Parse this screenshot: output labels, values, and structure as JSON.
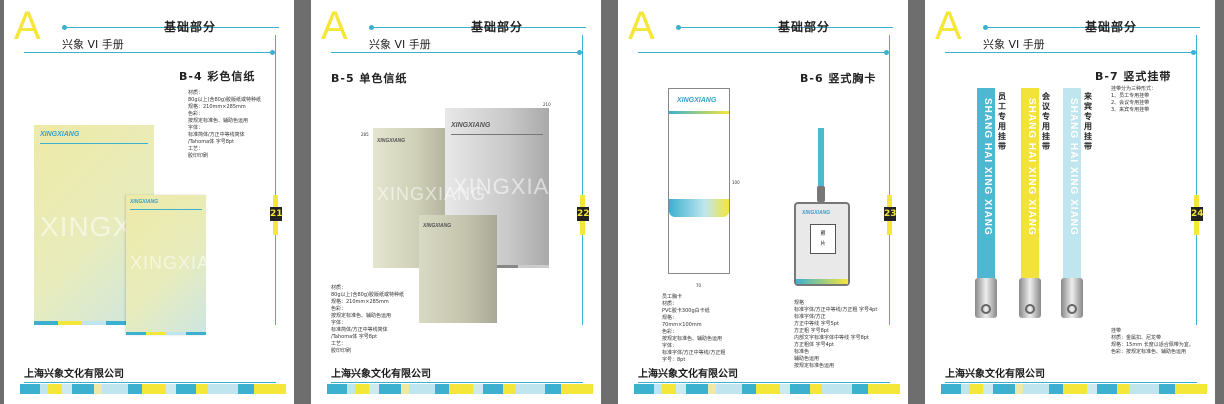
{
  "colors": {
    "accent_blue": "#3bb1cf",
    "accent_yellow": "#f5e63a",
    "background": "#6e6e6e"
  },
  "pages": [
    {
      "letter": "A",
      "section": "基础部分",
      "manual": "兴象 VI 手册",
      "item": "B-4  彩色信纸",
      "number": "21",
      "company": "上海兴象文化有限公司",
      "notes": [
        "材质：",
        "80g以上(含80g)胶版纸或特种纸",
        "规格：210mm×285mm",
        "色彩：",
        "按规定标准色、辅助色运用",
        "字体：",
        "标准简体/方正中等线简体",
        "/Tahoma体 字号8pt",
        "工艺：",
        "胶印印刷"
      ]
    },
    {
      "letter": "A",
      "section": "基础部分",
      "manual": "兴象 VI 手册",
      "item": "B-5  单色信纸",
      "number": "22",
      "company": "上海兴象文化有限公司",
      "notes": [
        "材质：",
        "80g以上(含80g)胶版纸或特种纸",
        "规格：210mm×285mm",
        "色彩：",
        "按规定标准色、辅助色运用",
        "字体：",
        "标准简体/方正中等线简体",
        "/Tahoma体 字号8pt",
        "工艺：",
        "胶印印刷"
      ]
    },
    {
      "letter": "A",
      "section": "基础部分",
      "manual": "",
      "item": "B-6  竖式胸卡",
      "number": "23",
      "company": "上海兴象文化有限公司",
      "notes_left": [
        "员工胸卡",
        "材质：",
        "PVC胶卡300g白卡纸",
        "规格：",
        "70mm×100mm",
        "色彩：",
        "按规定标准色、辅助色运用",
        "字体：",
        "标准字体/方正中等线/方正粗",
        "字号：8pt"
      ],
      "notes_right": [
        "规格",
        "标准字体/方正中等线/方正粗 字号4pt",
        "标准字体/方正",
        "方正中等线 字号5pt",
        "方正粗 字号8pt",
        "内部文字标准字体中等线 字号8pt",
        "方正粗体 字号4pt",
        "标准色",
        "辅助色运用",
        "按规定标准色运用"
      ],
      "card_label": [
        "照",
        "片"
      ]
    },
    {
      "letter": "A",
      "section": "基础部分",
      "manual": "兴象 VI 手册",
      "item": "B-7  竖式挂带",
      "number": "24",
      "company": "上海兴象文化有限公司",
      "straps": [
        {
          "text": "SHANG HAI XING XIANG",
          "label": "员工专用挂带",
          "color": "#4fb7d2"
        },
        {
          "text": "SHANG HAI XING XIANG",
          "label": "会议专用挂带",
          "color": "#f2e23a"
        },
        {
          "text": "SHANG HAI XING XIANG",
          "label": "来宾专用挂带",
          "color": "#bfe6ef"
        }
      ],
      "notes": [
        "挂带分为三种形式：",
        "1、员工专用挂带",
        "2、会议专用挂带",
        "3、来宾专用挂带"
      ],
      "bottom_notes": [
        "挂带",
        "材质：金属扣、尼龙带",
        "规格：15mm 长度以适合佩带为宜。",
        "色彩：按规定标准色、辅助色运用"
      ]
    }
  ],
  "letterhead": {
    "logo": "XINGXIANG",
    "logo_big": "XINGXIANG"
  },
  "dims": {
    "height": "285",
    "width": "210",
    "w70": "70",
    "h100": "100"
  }
}
